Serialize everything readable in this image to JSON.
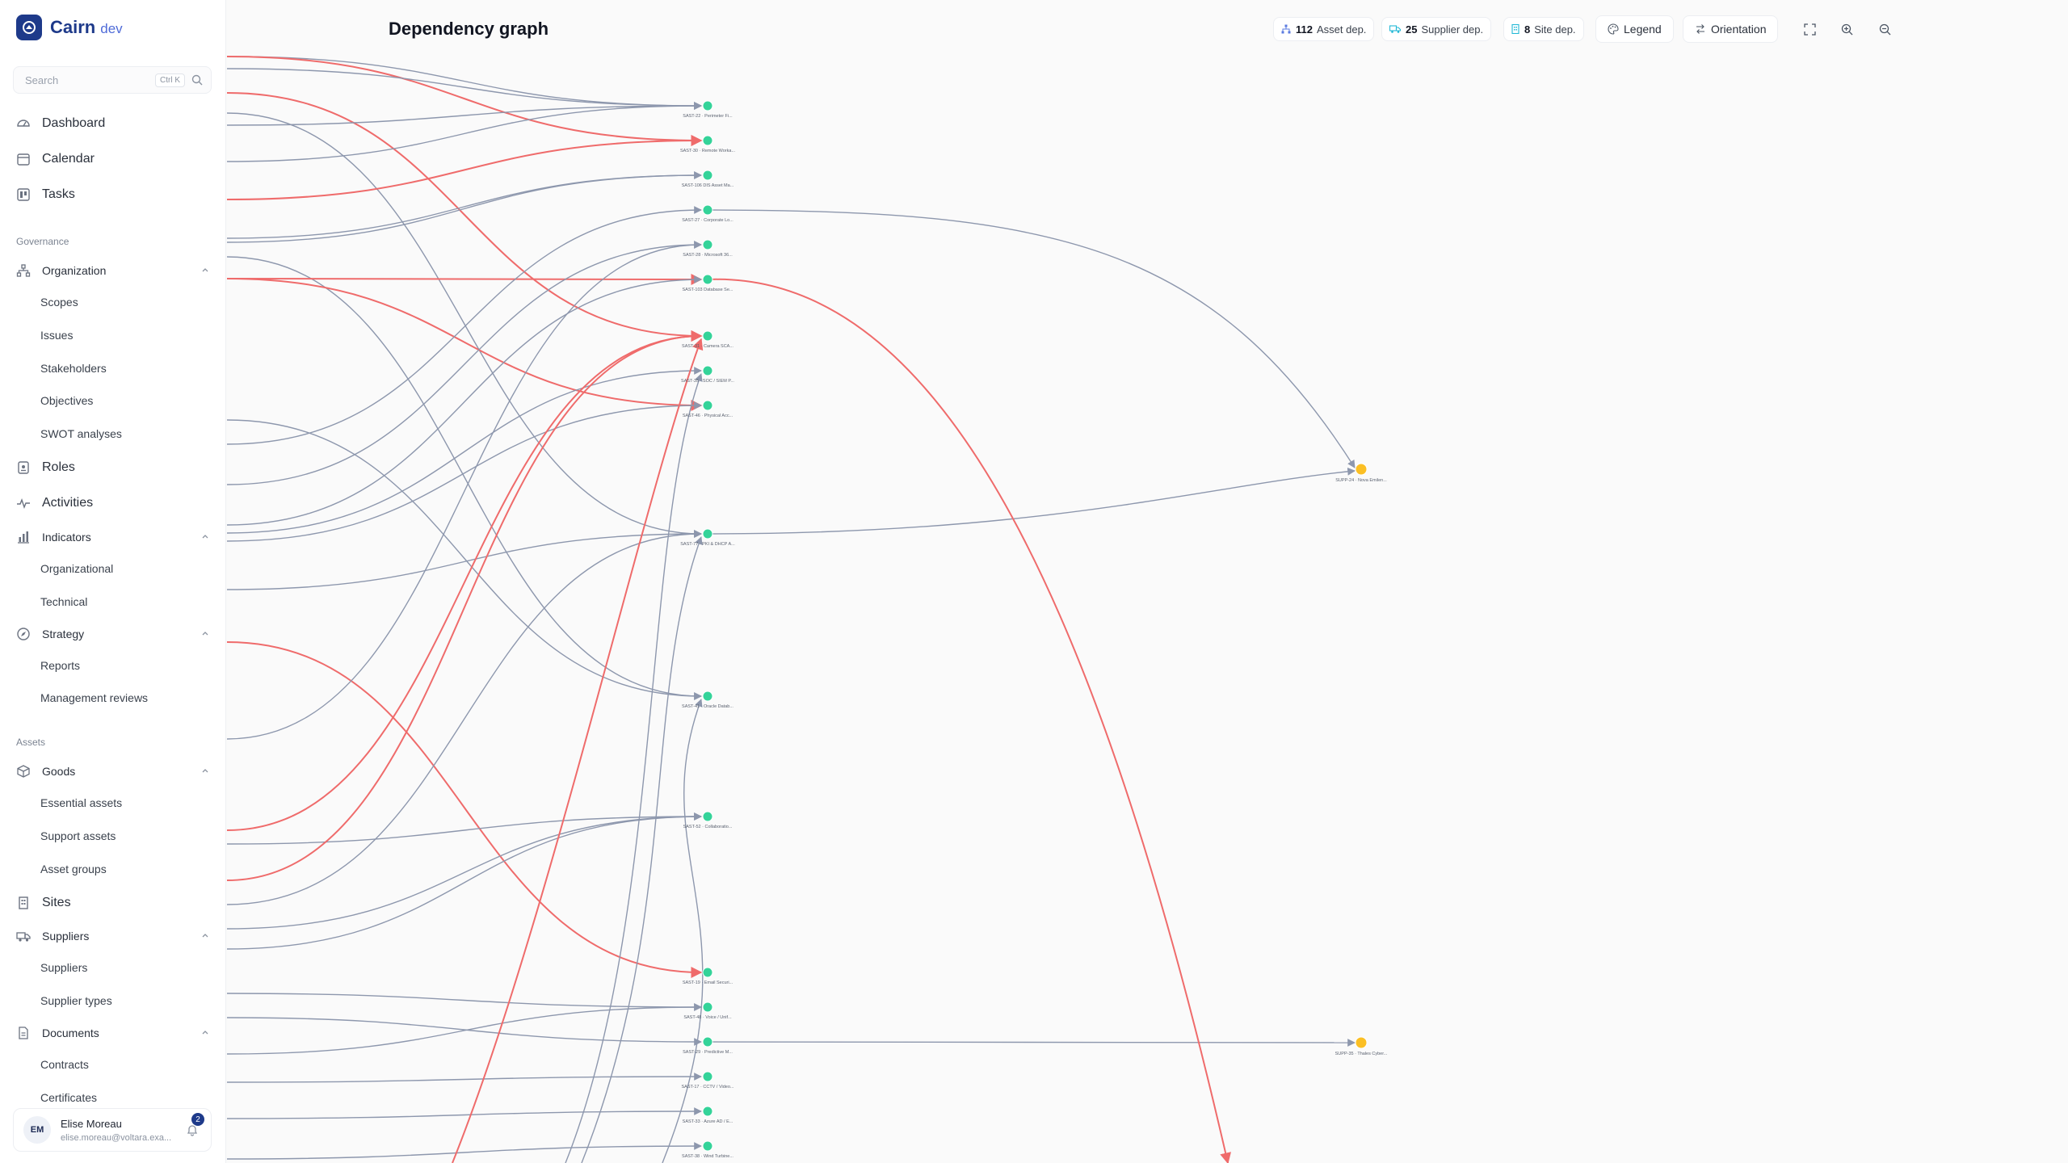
{
  "app": {
    "name": "Cairn",
    "env": "dev"
  },
  "search": {
    "placeholder": "Search",
    "shortcut": "Ctrl K"
  },
  "nav": {
    "top": [
      "Dashboard",
      "Calendar",
      "Tasks"
    ],
    "governance_title": "Governance",
    "organization": {
      "label": "Organization",
      "items": [
        "Scopes",
        "Issues",
        "Stakeholders",
        "Objectives",
        "SWOT analyses"
      ]
    },
    "roles": "Roles",
    "activities": "Activities",
    "indicators": {
      "label": "Indicators",
      "items": [
        "Organizational",
        "Technical"
      ]
    },
    "strategy": {
      "label": "Strategy",
      "items": [
        "Reports",
        "Management reviews"
      ]
    },
    "assets_title": "Assets",
    "goods": {
      "label": "Goods",
      "items": [
        "Essential assets",
        "Support assets",
        "Asset groups"
      ]
    },
    "sites": "Sites",
    "suppliers": {
      "label": "Suppliers",
      "items": [
        "Suppliers",
        "Supplier types"
      ]
    },
    "documents": {
      "label": "Documents",
      "items": [
        "Contracts",
        "Certificates"
      ]
    }
  },
  "user": {
    "initials": "EM",
    "name": "Elise Moreau",
    "email": "elise.moreau@voltara.exa...",
    "notifications": "2"
  },
  "header": {
    "title": "Dependency graph",
    "stats": {
      "asset": {
        "count": "112",
        "label": "Asset dep."
      },
      "supplier": {
        "count": "25",
        "label": "Supplier dep."
      },
      "site": {
        "count": "8",
        "label": "Site dep."
      }
    },
    "legend": "Legend",
    "orientation": "Orientation"
  },
  "graph": {
    "colors": {
      "asset": "#34d399",
      "supplier": "#fbbf24",
      "edge": "#8d97ad",
      "critical_edge": "#ef6b6b"
    },
    "asset_nodes": [
      "SAST-22 · Perimeter Fi...",
      "SAST-30 · Remote Worka...",
      "SAST-106 DIS Asset Ma...",
      "SAST-27 · Corporate Lo...",
      "SAST-28 · Microsoft 36...",
      "SAST-103 Database Se...",
      "SAST-31 · Camera SCA...",
      "SAST-35 · SOC / SIEM P...",
      "SAST-46 · Physical Acc...",
      "SAST-77 · PKI & DHCP A...",
      "SAST-41 · Oracle Datab...",
      "SAST-52 · Collaboratio...",
      "SAST-19 · Email Securi...",
      "SAST-48 · Voice / Unif...",
      "SAST-29 · Predictive M...",
      "SAST-17 · CCTV / Video...",
      "SAST-33 · Azure AD / E...",
      "SAST-38 · Wind Turbine..."
    ],
    "supplier_nodes": [
      "SUPP-24 · Nova Emilen...",
      "SUPP-35 · Thales Cyber..."
    ]
  }
}
